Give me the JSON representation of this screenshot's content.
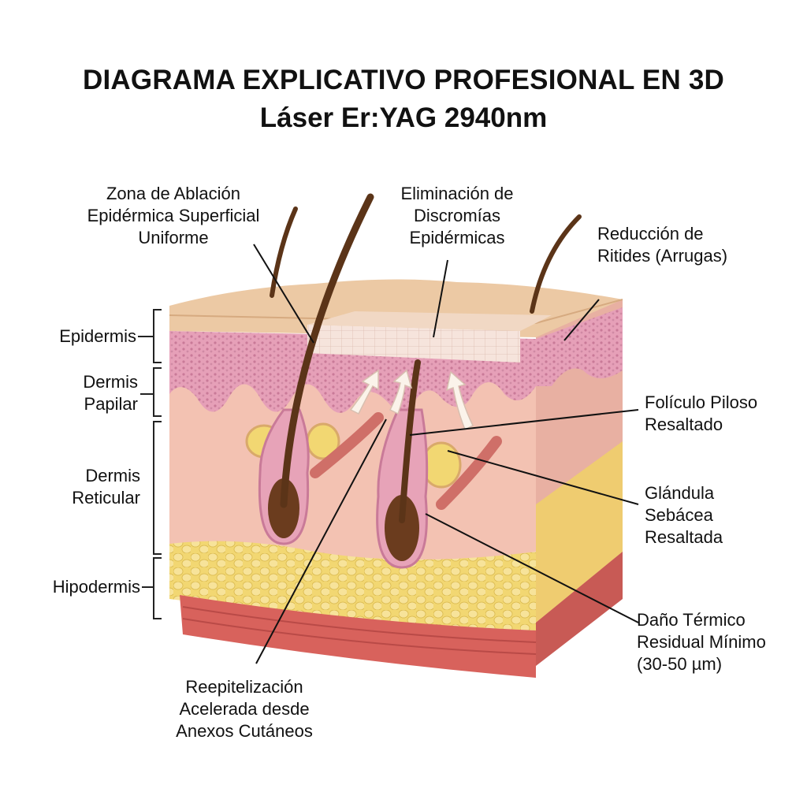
{
  "title": {
    "line1": "DIAGRAMA EXPLICATIVO PROFESIONAL EN 3D",
    "line2": "Láser Er:YAG 2940nm"
  },
  "layers": {
    "epidermis": "Epidermis",
    "dermis_papilar": [
      "Dermis",
      "Papilar"
    ],
    "dermis_reticular": [
      "Dermis",
      "Reticular"
    ],
    "hipodermis": "Hipodermis"
  },
  "callouts": {
    "ablacion": [
      "Zona de Ablación",
      "Epidérmica Superficial",
      "Uniforme"
    ],
    "discromias": [
      "Eliminación de",
      "Discromías",
      "Epidérmicas"
    ],
    "ritides": [
      "Reducción de",
      "Ritides (Arrugas)"
    ],
    "foliculo": [
      "Folículo Piloso",
      "Resaltado"
    ],
    "glandula": [
      "Glándula",
      "Sebácea",
      "Resaltada"
    ],
    "dano": [
      "Daño Térmico",
      "Residual Mínimo",
      "(30-50 µm)"
    ],
    "reepitelizacion": [
      "Reepitelización",
      "Acelerada desde",
      "Anexos Cutáneos"
    ]
  },
  "colors": {
    "epidermis_top": "#ecc9a4",
    "epidermis_pink": "#e6a0b8",
    "dermis": "#f3c2b2",
    "fat": "#f2d772",
    "muscle": "#d8625c",
    "hair": "#5b3418"
  }
}
